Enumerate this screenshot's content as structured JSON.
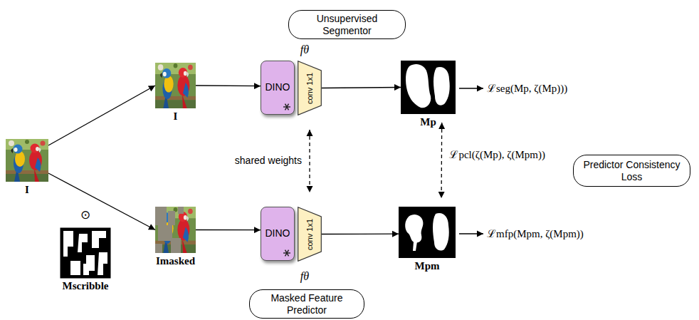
{
  "diagram": {
    "nodes": [
      {
        "text": [
          "Unsupervised Segmentor"
        ]
      },
      {
        "text": [
          "I"
        ]
      },
      {
        "text": [
          "I"
        ]
      },
      {
        "text": [
          "DINO"
        ]
      },
      {
        "text": [
          "conv 1x1"
        ]
      },
      {
        "text": [
          "Mp"
        ]
      },
      {
        "text": [
          "Mscribble"
        ]
      },
      {
        "text": [
          "Imasked"
        ]
      },
      {
        "text": [
          "DINO"
        ]
      },
      {
        "text": [
          "conv 1x1"
        ]
      },
      {
        "text": [
          "Mpm"
        ]
      },
      {
        "text": [
          "Predictor Consistency Loss"
        ]
      },
      {
        "text": [
          "Masked Feature Predictor"
        ]
      }
    ],
    "edges": [
      {
        "from": 1,
        "to": 2,
        "arrow": "to"
      },
      {
        "from": 1,
        "to": 7,
        "arrow": "to"
      },
      {
        "from": 2,
        "to": 3,
        "arrow": "to"
      },
      {
        "from": 4,
        "to": 5,
        "arrow": "to"
      },
      {
        "from": 7,
        "to": 8,
        "arrow": "to"
      },
      {
        "from": 9,
        "to": 10,
        "arrow": "to"
      },
      {
        "from": 4,
        "to": 9,
        "arrow": "both",
        "label": "shared weights"
      },
      {
        "from": 5,
        "to": 10,
        "arrow": "both",
        "label": "ℒpcl(ζ(Mp), ζ(Mpm))"
      }
    ],
    "labels": [
      "fθ",
      "⊙",
      "ℒseg(Mp, ζ(Mp)))",
      "fθ",
      "ℒmfp(Mpm, ζ(Mpm))"
    ]
  }
}
